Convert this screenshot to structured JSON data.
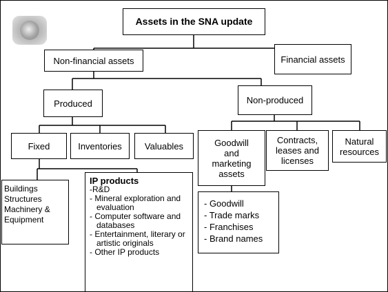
{
  "title": "Assets in the SNA update",
  "nodes": {
    "non_financial": "Non-financial assets",
    "financial": "Financial assets",
    "produced": "Produced",
    "non_produced": "Non-produced",
    "fixed": "Fixed",
    "inventories": "Inventories",
    "valuables": "Valuables",
    "goodwill_marketing": "Goodwill\nand\nmarketing\nassets",
    "contracts": "Contracts,\nleases and\nlicenses",
    "natural": "Natural\nresources",
    "buildings": "Buildings\nStructures\nMachinery &\nEquipment"
  },
  "ip_products": {
    "heading": "IP products",
    "items": [
      "-R&D",
      "- Mineral exploration and evaluation",
      "- Computer software and databases",
      "- Entertainment, literary or artistic originals",
      "- Other IP products"
    ]
  },
  "goodwill_list": {
    "items": [
      "- Goodwill",
      "- Trade marks",
      "- Franchises",
      "- Brand names"
    ]
  },
  "logo": {
    "icon": "un-emblem-icon",
    "color": "#b9b9b9"
  }
}
